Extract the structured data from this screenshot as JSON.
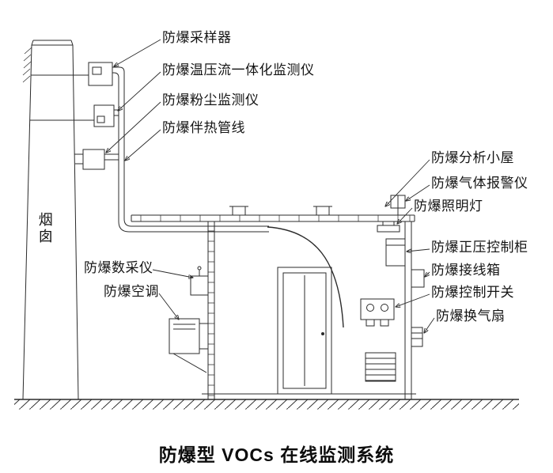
{
  "diagram": {
    "title": "防爆型 VOCs 在线监测系统",
    "line_color": "#2b2b2b",
    "background": "#ffffff",
    "labels": {
      "sampler": "防爆采样器",
      "tpf_monitor": "防爆温压流一体化监测仪",
      "dust_monitor": "防爆粉尘监测仪",
      "heat_traced_line": "防爆伴热管线",
      "chimney": "烟囱",
      "data_logger": "防爆数采仪",
      "air_conditioner": "防爆空调",
      "analysis_shelter": "防爆分析小屋",
      "gas_alarm": "防爆气体报警仪",
      "explosion_proof_light": "防爆照明灯",
      "positive_pressure_cabinet": "防爆正压控制柜",
      "junction_box": "防爆接线箱",
      "control_switch": "防爆控制开关",
      "ventilation_fan": "防爆换气扇"
    }
  }
}
